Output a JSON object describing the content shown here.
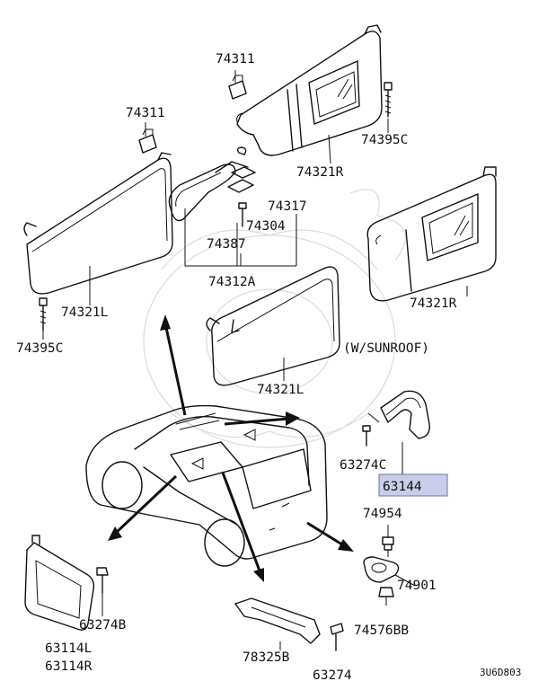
{
  "diagram_id": "3U6D803",
  "sunroof_note": "(W/SUNROOF)",
  "highlight_color": "#c9cde9",
  "parts": {
    "clip_74311_right": "74311",
    "clip_74311_left": "74311",
    "screw_74395c_right": "74395C",
    "visor_74321r_top": "74321R",
    "mirror_74317": "74317",
    "bracket_74304": "74304",
    "screw_74387": "74387",
    "mirror_assy_74312a": "74312A",
    "visor_74321l_top": "74321L",
    "screw_74395c_left": "74395C",
    "visor_74321r_sunroof": "74321R",
    "visor_74321l_sunroof": "74321L",
    "screw_63274c": "63274C",
    "handle_63144": "63144",
    "clip_74954": "74954",
    "hook_74901": "74901",
    "nut_74576bb": "74576BB",
    "screw_63274b": "63274B",
    "visor_63114l": "63114L",
    "visor_63114r": "63114R",
    "grip_78325b": "78325B",
    "screw_63274": "63274"
  }
}
